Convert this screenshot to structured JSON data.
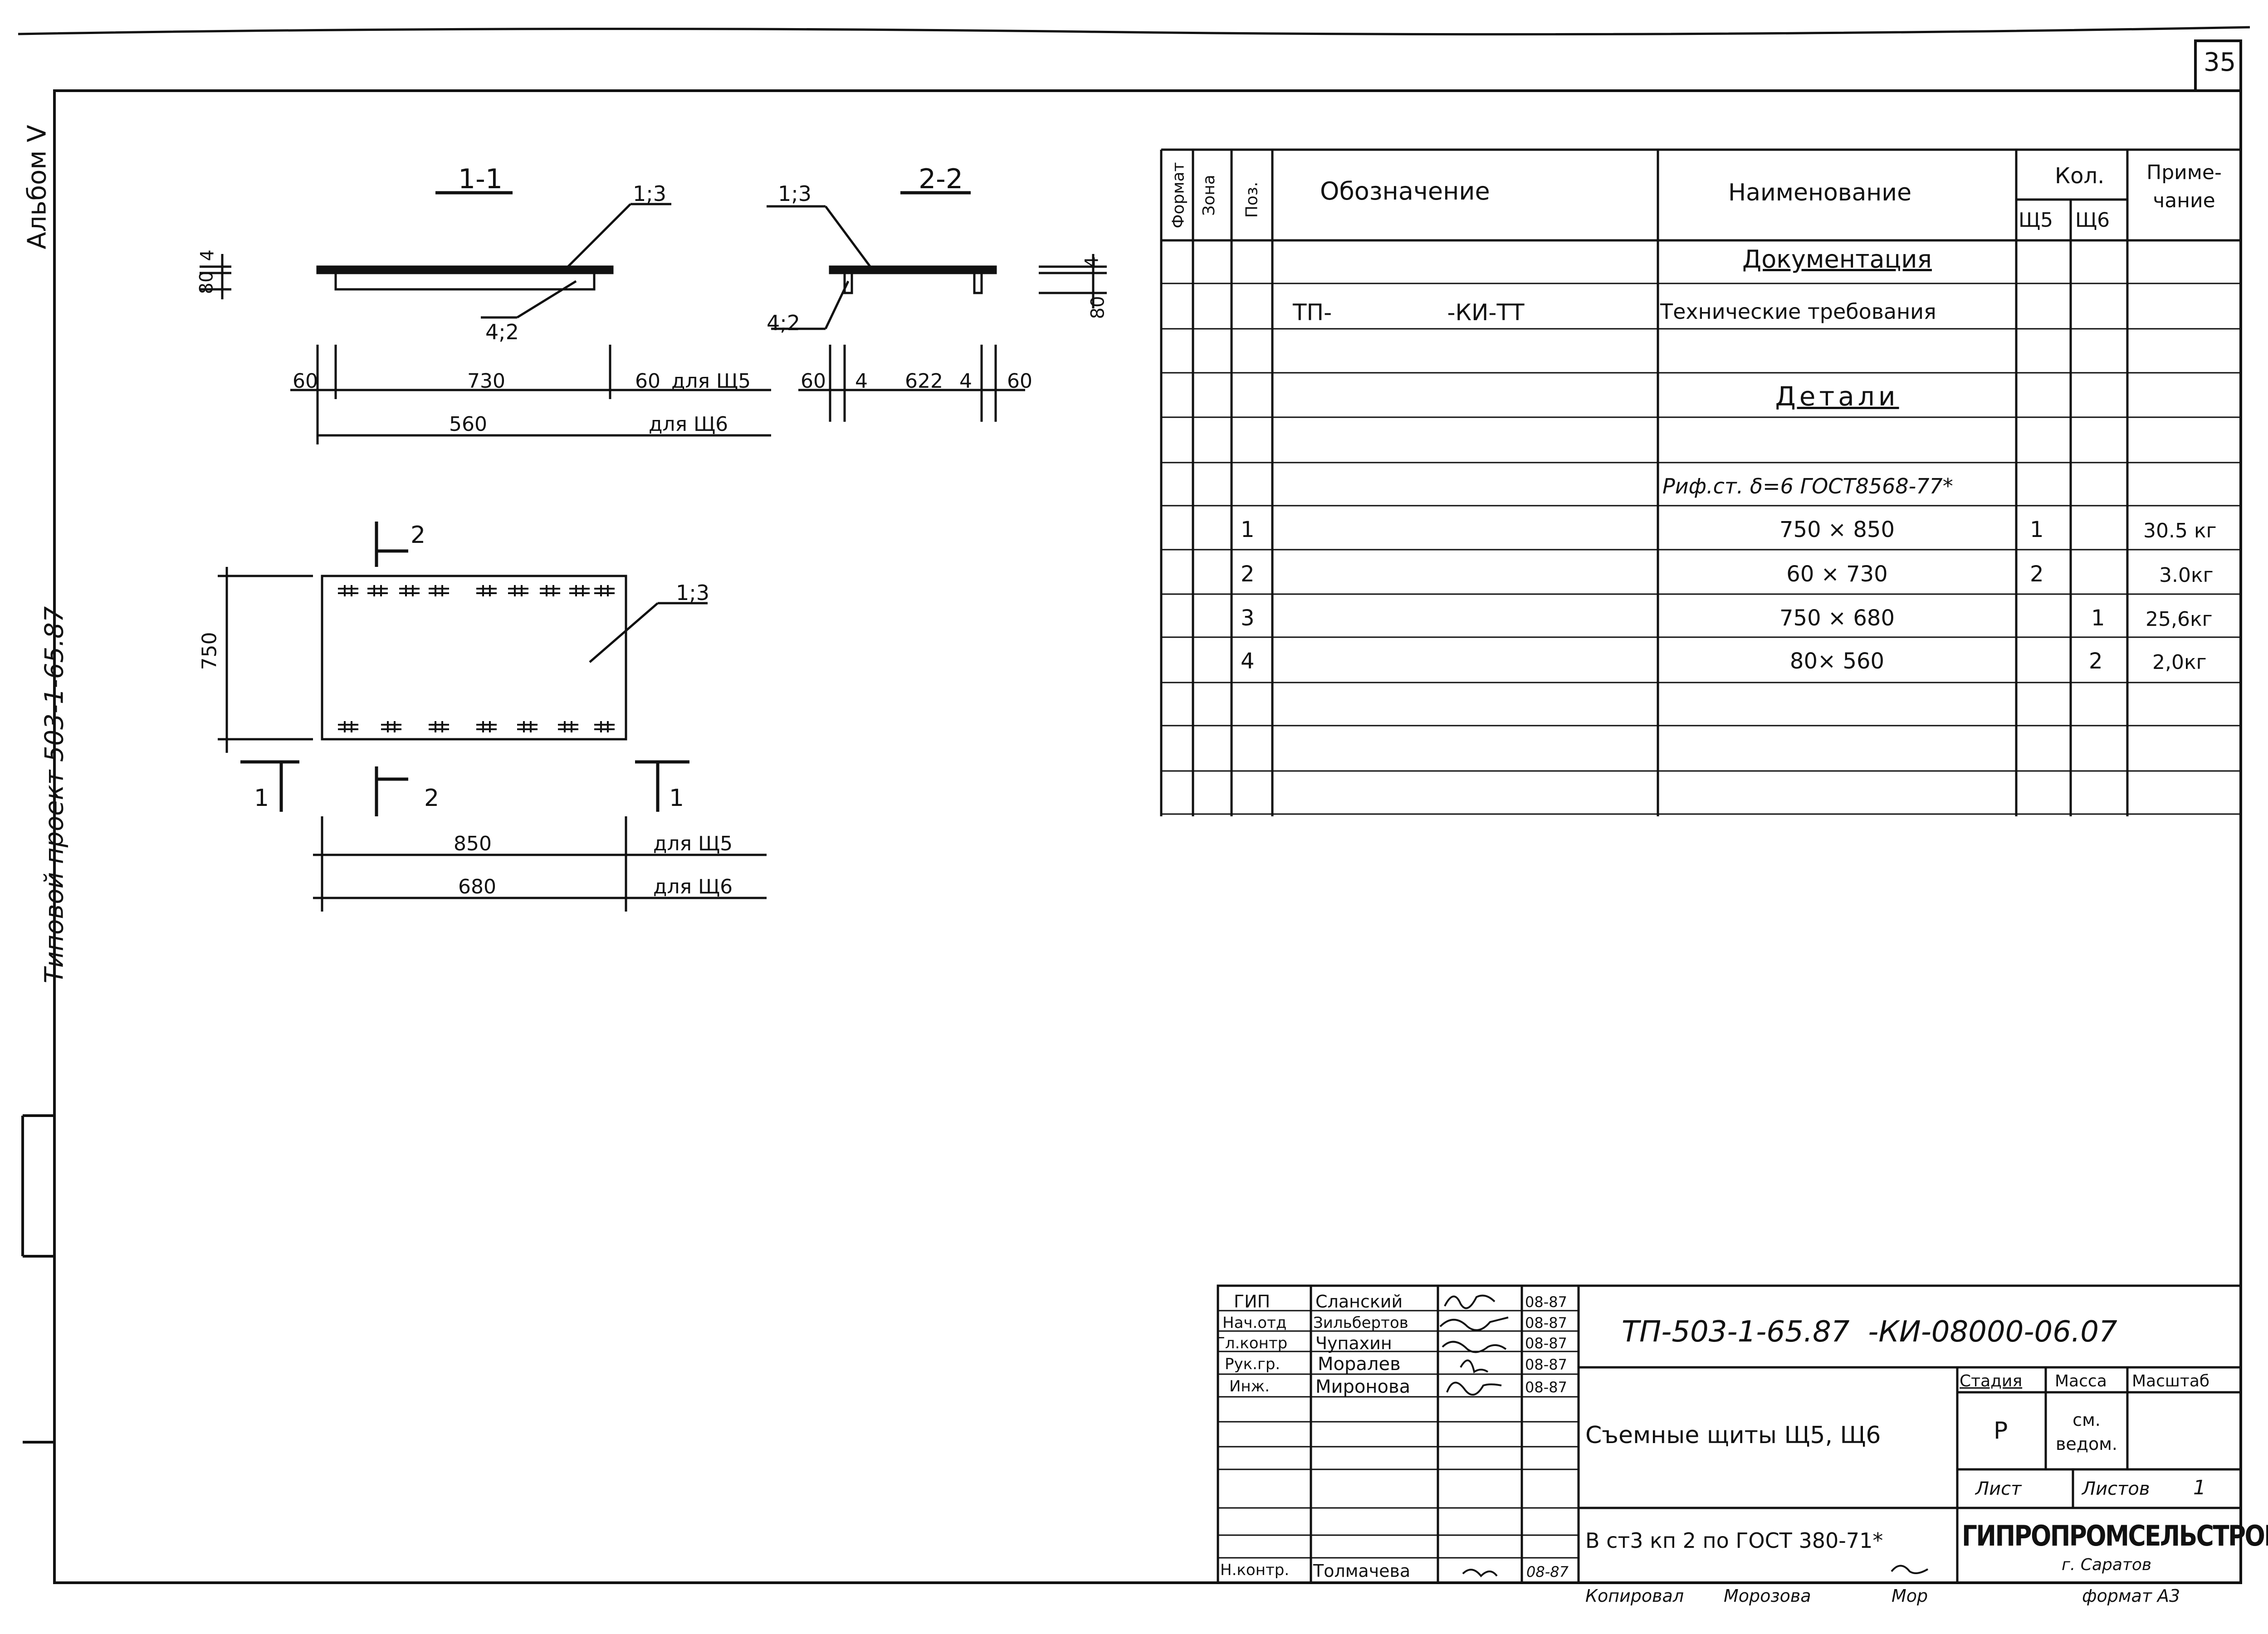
{
  "sheet": {
    "page_number": "35",
    "side_album": "Альбом V",
    "side_project": "Типовой проект 503-1-65.87",
    "format": "формат А3",
    "copied": "Копировал",
    "copied_by": "Морозова",
    "copied_sign": "Мор"
  },
  "drawing": {
    "section11": {
      "title": "1-1",
      "pos13": "1;3",
      "pos42": "4;2",
      "dim80": "80",
      "dim4": "4",
      "dim60_left": "60",
      "dim730": "730",
      "dim60_right": "60",
      "for_sh5": "для Щ5",
      "dim560": "560",
      "for_sh6": "для Щ6"
    },
    "section22": {
      "title": "2-2",
      "pos13": "1;3",
      "pos42": "4;2",
      "dim4": "4",
      "dim80": "80",
      "dim60_left": "60",
      "dim4_left": "4",
      "dim622": "622",
      "dim4_right": "4",
      "dim60_right": "60"
    },
    "plan": {
      "cut2_top": "2",
      "cut2_bottom": "2",
      "cut1_left": "1",
      "cut1_right": "1",
      "pos13": "1;3",
      "dim750": "750",
      "dim850": "850",
      "for_sh5": "для Щ5",
      "dim680": "680",
      "for_sh6": "для Щ6"
    }
  },
  "spec": {
    "headers": {
      "format": "Формат",
      "zone": "Зона",
      "pos": "Поз.",
      "designation": "Обозначение",
      "name": "Наименование",
      "qty": "Кол.",
      "sh5": "Щ5",
      "sh6": "Щ6",
      "note": "Приме-чание"
    },
    "rows": [
      {
        "pos": "",
        "designation": "",
        "name": "Документация",
        "q5": "",
        "q6": "",
        "note": ""
      },
      {
        "pos": "",
        "designation": "ТП-                -КИ-ТТ",
        "name": "Технические требования",
        "q5": "",
        "q6": "",
        "note": ""
      },
      {
        "pos": "",
        "designation": "",
        "name": "",
        "q5": "",
        "q6": "",
        "note": ""
      },
      {
        "pos": "",
        "designation": "",
        "name": "Детали",
        "q5": "",
        "q6": "",
        "note": ""
      },
      {
        "pos": "",
        "designation": "",
        "name": "",
        "q5": "",
        "q6": "",
        "note": ""
      },
      {
        "pos": "",
        "designation": "",
        "name": "Риф.ст. δ=6 ГОСТ8568-77*",
        "q5": "",
        "q6": "",
        "note": ""
      },
      {
        "pos": "1",
        "designation": "",
        "name": "750 × 850",
        "q5": "1",
        "q6": "",
        "note": "30.5 кг"
      },
      {
        "pos": "2",
        "designation": "",
        "name": "60 × 730",
        "q5": "2",
        "q6": "",
        "note": "3.0кг"
      },
      {
        "pos": "3",
        "designation": "",
        "name": "750 × 680",
        "q5": "",
        "q6": "1",
        "note": "25,6кг"
      },
      {
        "pos": "4",
        "designation": "",
        "name": "80× 560",
        "q5": "",
        "q6": "2",
        "note": "2,0кг"
      },
      {
        "pos": "",
        "designation": "",
        "name": "",
        "q5": "",
        "q6": "",
        "note": ""
      },
      {
        "pos": "",
        "designation": "",
        "name": "",
        "q5": "",
        "q6": "",
        "note": ""
      },
      {
        "pos": "",
        "designation": "",
        "name": "",
        "q5": "",
        "q6": "",
        "note": ""
      }
    ]
  },
  "title_block": {
    "people": [
      {
        "role": "ГИП",
        "name": "Сланский",
        "date": "08-87"
      },
      {
        "role": "Нач.отд",
        "name": "Зильбертов",
        "date": "08-87"
      },
      {
        "role": "Гл.контр",
        "name": "Чупахин",
        "date": "08-87"
      },
      {
        "role": "Рук.гр.",
        "name": "Моралев",
        "date": "08-87"
      },
      {
        "role": "Инж.",
        "name": "Миронова",
        "date": "08-87"
      },
      {
        "role": "Н.контр.",
        "name": "Толмачева",
        "date": "08-87"
      }
    ],
    "code": "ТП-503-1-65.87  -КИ-08000-06.07",
    "title": "Съемные щиты Щ5, Щ6",
    "stage_label": "Стадия",
    "mass_label": "Масса",
    "scale_label": "Масштаб",
    "stage": "Р",
    "mass": "см. ведом.",
    "sheet_label": "Лист",
    "sheets_label": "Листов",
    "sheets": "1",
    "material": "В ст3 кп 2 по ГОСТ 380-71*",
    "org": "ГИПРОПРОМСЕЛЬСТРОЙ",
    "city": "г. Саратов"
  }
}
